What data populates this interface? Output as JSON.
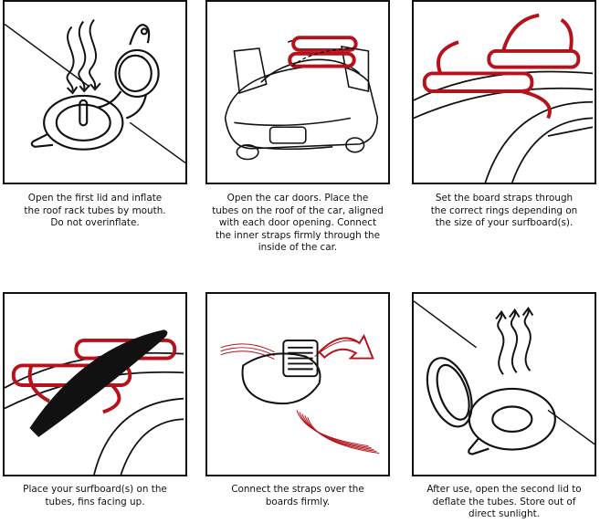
{
  "steps": [
    {
      "lines": [
        "Open the first lid and inflate",
        "the roof rack tubes by mouth.",
        "Do not overinflate."
      ]
    },
    {
      "lines": [
        "Open the car doors. Place the",
        "tubes on the roof of the car, aligned",
        "with each door opening. Connect",
        "the inner straps firmly through the",
        "inside of the car."
      ]
    },
    {
      "lines": [
        "Set the board straps through",
        "the correct rings depending on",
        "the size of your surfboard(s)."
      ]
    },
    {
      "lines": [
        "Place your surfboard(s) on the",
        "tubes, fins facing up."
      ]
    },
    {
      "lines": [
        "Connect the straps over the",
        "boards firmly."
      ]
    },
    {
      "lines": [
        "After use, open the second lid to",
        "deflate the tubes. Store out of",
        "direct sunlight."
      ]
    }
  ],
  "colors": {
    "ink": "#111111",
    "strap": "#b5121b"
  }
}
